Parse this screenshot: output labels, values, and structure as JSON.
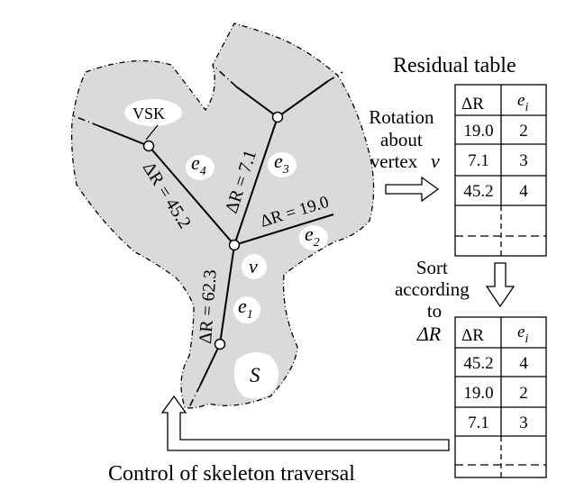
{
  "labels": {
    "residual_title": "Residual table",
    "rotation": [
      "Rotation",
      "about",
      "vertex"
    ],
    "vertex_symbol": "v",
    "sort": [
      "Sort",
      "according",
      "to"
    ],
    "delta_r": "ΔR",
    "control": "Control of skeleton traversal",
    "vsk": "VSK",
    "shape": "S"
  },
  "edge_labels": {
    "e1": "e",
    "e1_sub": "1",
    "e2": "e",
    "e2_sub": "2",
    "e3": "e",
    "e3_sub": "3",
    "e4": "e",
    "e4_sub": "4"
  },
  "branch_labels": {
    "b1": "ΔR = 45.2",
    "b2": "ΔR = 7.1",
    "b3": "ΔR = 19.0",
    "b4": "ΔR = 62.3"
  },
  "tables": {
    "header_dr": "ΔR",
    "header_e": "e",
    "header_e_sub": "i",
    "residual_rows": [
      [
        "19.0",
        "2"
      ],
      [
        "7.1",
        "3"
      ],
      [
        "45.2",
        "4"
      ]
    ],
    "sorted_rows": [
      [
        "45.2",
        "4"
      ],
      [
        "19.0",
        "2"
      ],
      [
        "7.1",
        "3"
      ]
    ]
  }
}
